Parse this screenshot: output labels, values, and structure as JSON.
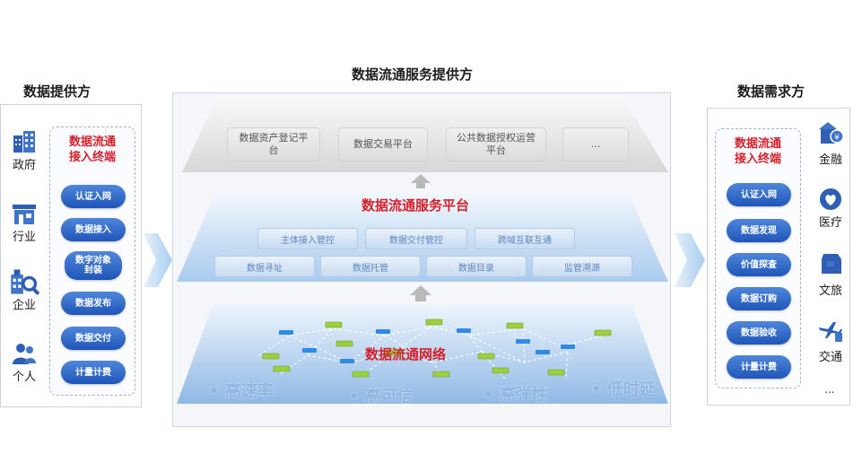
{
  "provider": {
    "heading": "数据提供方",
    "entities": [
      {
        "label": "政府",
        "icon": "building-icon"
      },
      {
        "label": "行业",
        "icon": "factory-icon"
      },
      {
        "label": "企业",
        "icon": "enterprise-search-icon"
      },
      {
        "label": "个人",
        "icon": "people-icon"
      }
    ],
    "terminal": {
      "title_line1": "数据流通",
      "title_line2": "接入终端",
      "items": [
        "认证入网",
        "数据接入",
        "数字对象封装",
        "数据发布",
        "数据交付",
        "计量计费"
      ]
    }
  },
  "service": {
    "heading": "数据流通服务提供方",
    "top_layer": {
      "items": [
        "数据资产登记平台",
        "数据交易平台",
        "公共数据授权运营平台",
        "..."
      ]
    },
    "platform": {
      "title": "数据流通服务平台",
      "row1": [
        "主体接入管控",
        "数据交付管控",
        "跨域互联互通"
      ],
      "row2": [
        "数据寻址",
        "数据托管",
        "数据目录",
        "监管溯源"
      ]
    },
    "network": {
      "title": "数据流通网络",
      "features": [
        "高速率",
        "高可信",
        "高弹性",
        "低时延"
      ]
    }
  },
  "demand": {
    "heading": "数据需求方",
    "terminal": {
      "title_line1": "数据流通",
      "title_line2": "接入终端",
      "items": [
        "认证入网",
        "数据发现",
        "价值探查",
        "数据订购",
        "数据验收",
        "计量计费"
      ]
    },
    "entities": [
      {
        "label": "金融",
        "icon": "finance-icon"
      },
      {
        "label": "医疗",
        "icon": "medical-heart-icon"
      },
      {
        "label": "文旅",
        "icon": "culture-travel-icon"
      },
      {
        "label": "交通",
        "icon": "plane-icon"
      }
    ],
    "more": "..."
  },
  "colors": {
    "accent_red": "#d4202b",
    "pill_blue": "#2a63c4",
    "icon_blue": "#2e5fb5",
    "arrow_blue": "#bcd8f2"
  }
}
